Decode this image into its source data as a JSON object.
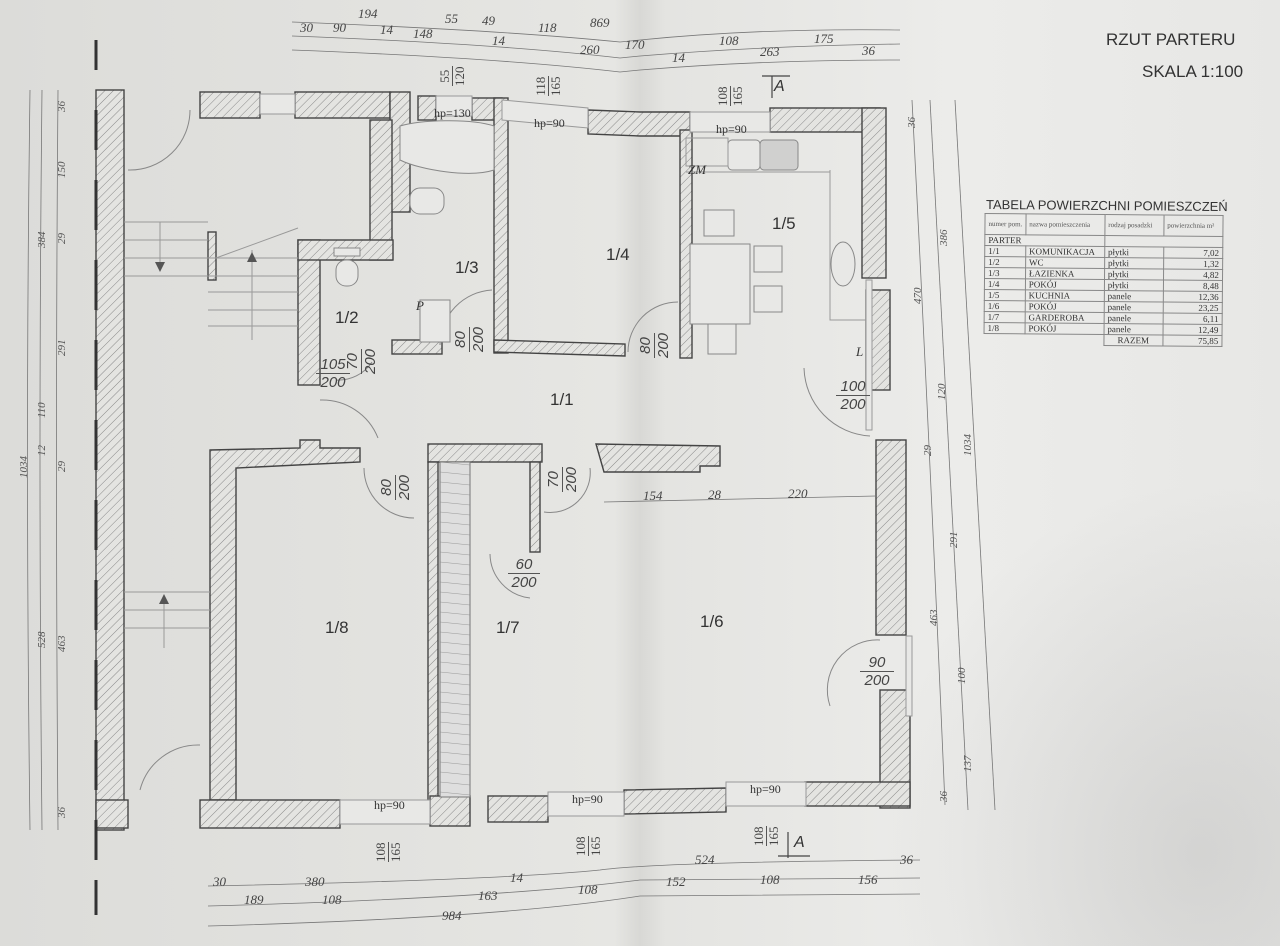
{
  "header": {
    "title": "RZUT PARTERU",
    "scale": "SKALA 1:100"
  },
  "table": {
    "title": "TABELA POWIERZCHNI POMIESZCZEŃ",
    "columns": [
      "numer pom.",
      "nazwa pomieszczenia",
      "rodzaj posadzki",
      "powierzchnia m²"
    ],
    "section": "PARTER",
    "rows": [
      {
        "num": "1/1",
        "name": "KOMUNIKACJA",
        "floor": "płytki",
        "area": "7,02"
      },
      {
        "num": "1/2",
        "name": "WC",
        "floor": "płytki",
        "area": "1,32"
      },
      {
        "num": "1/3",
        "name": "ŁAZIENKA",
        "floor": "płytki",
        "area": "4,82"
      },
      {
        "num": "1/4",
        "name": "POKÓJ",
        "floor": "płytki",
        "area": "8,48"
      },
      {
        "num": "1/5",
        "name": "KUCHNIA",
        "floor": "panele",
        "area": "12,36"
      },
      {
        "num": "1/6",
        "name": "POKÓJ",
        "floor": "panele",
        "area": "23,25"
      },
      {
        "num": "1/7",
        "name": "GARDEROBA",
        "floor": "panele",
        "area": "6,11"
      },
      {
        "num": "1/8",
        "name": "POKÓJ",
        "floor": "panele",
        "area": "12,49"
      }
    ],
    "total_label": "RAZEM",
    "total_value": "75,85"
  },
  "rooms": {
    "r11": "1/1",
    "r12": "1/2",
    "r13": "1/3",
    "r14": "1/4",
    "r15": "1/5",
    "r16": "1/6",
    "r17": "1/7",
    "r18": "1/8"
  },
  "doors": {
    "d12": {
      "w": "70",
      "h": "200"
    },
    "d13": {
      "w": "80",
      "h": "200"
    },
    "d14": {
      "w": "80",
      "h": "200"
    },
    "entry": {
      "w": "105",
      "h": "200"
    },
    "d18": {
      "w": "80",
      "h": "200"
    },
    "d16": {
      "w": "70",
      "h": "200"
    },
    "d17": {
      "w": "60",
      "h": "200"
    },
    "kitchen_ext": {
      "w": "100",
      "h": "200"
    },
    "d16_ext": {
      "w": "90",
      "h": "200"
    }
  },
  "windows": {
    "w_bath": {
      "w": "55",
      "h": "120",
      "hp": "hp=130"
    },
    "w_14": {
      "w": "118",
      "h": "165",
      "hp": "hp=90"
    },
    "w_15": {
      "w": "108",
      "h": "165",
      "hp": "hp=90"
    },
    "w_18": {
      "w": "108",
      "h": "165",
      "hp": "hp=90"
    },
    "w_16a": {
      "w": "108",
      "h": "165",
      "hp": "hp=90"
    },
    "w_16b": {
      "w": "108",
      "h": "165",
      "hp": "hp=90"
    }
  },
  "symbols": {
    "section": "A",
    "zm": "ZM",
    "l": "L",
    "p": "P"
  },
  "dims": {
    "top_r1": [
      "194",
      "55",
      "49",
      "118",
      "869"
    ],
    "top_r2": [
      "30",
      "90",
      "14",
      "148",
      "14",
      "260",
      "170",
      "14",
      "108",
      "263",
      "175",
      "36"
    ],
    "bottom_r1": [
      "30",
      "380",
      "14",
      "524",
      "36"
    ],
    "bottom_r2": [
      "189",
      "108",
      "163",
      "108",
      "152",
      "108",
      "156"
    ],
    "bottom_total": "984",
    "left": [
      "36",
      "150",
      "384",
      "29",
      "291",
      "110",
      "12",
      "1034",
      "29",
      "463",
      "528",
      "36"
    ],
    "right": [
      "36",
      "386",
      "470",
      "120",
      "29",
      "1034",
      "291",
      "463",
      "100",
      "137",
      "36"
    ],
    "interior": [
      "154",
      "28",
      "220"
    ]
  }
}
